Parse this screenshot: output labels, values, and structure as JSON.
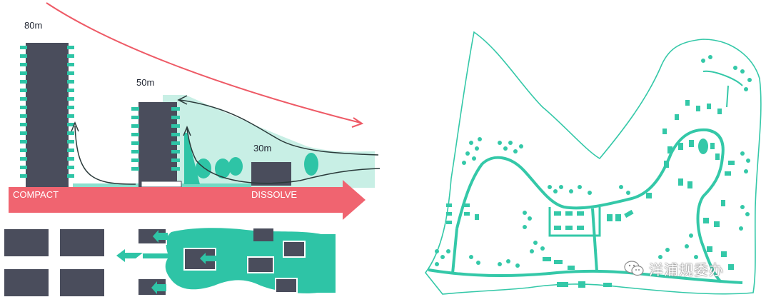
{
  "labels": {
    "h80": "80m",
    "h50": "50m",
    "h30": "30m",
    "compact": "COMPACT",
    "dissolve": "DISSOLVE"
  },
  "watermark": {
    "text": "洋浦规委办",
    "icon": "wechat-icon"
  },
  "colors": {
    "teal": "#2ec4a6",
    "teal_light": "#c8efe5",
    "slate": "#4a4d5c",
    "arrow_red": "#f06470",
    "curve_red": "#ee5a66",
    "plan_line": "#34c8a8"
  }
}
